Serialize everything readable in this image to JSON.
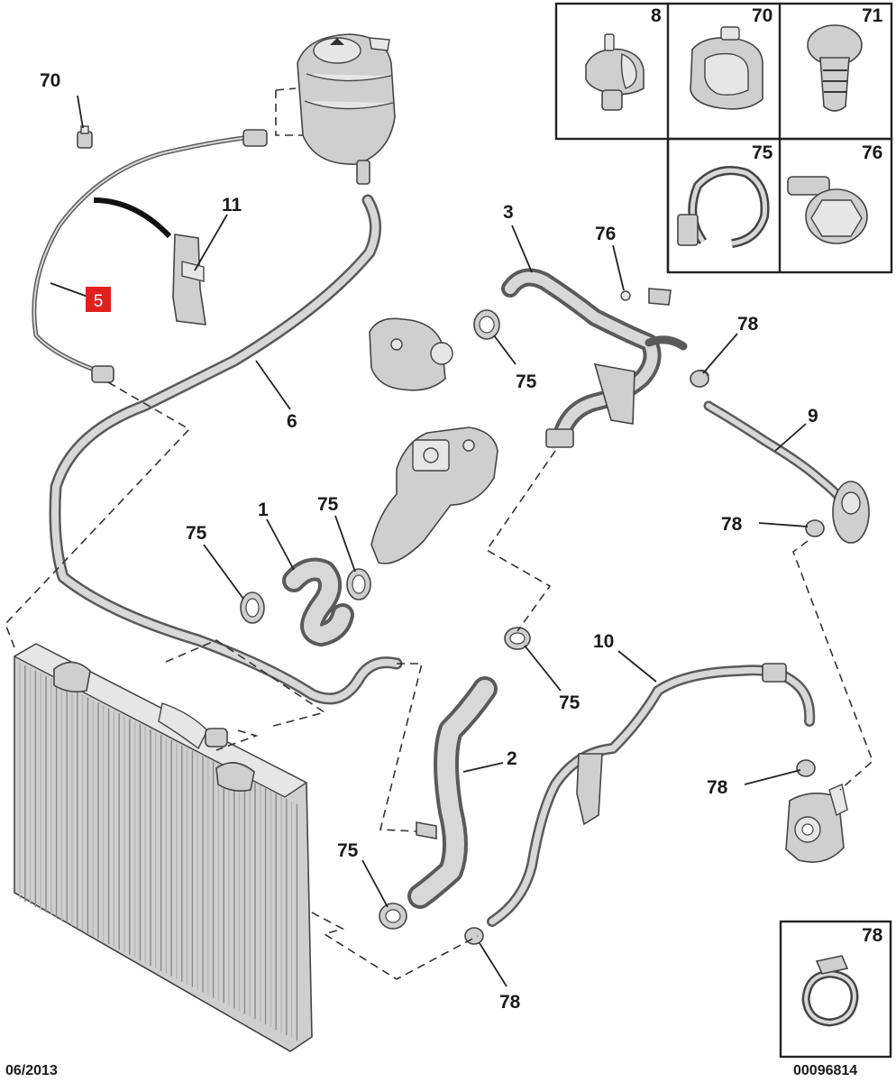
{
  "callouts": {
    "c70": "70",
    "c11": "11",
    "c5": "5",
    "c6": "6",
    "c3": "3",
    "c76": "76",
    "c75_a": "75",
    "c78_a": "78",
    "c9": "9",
    "c78_b": "78",
    "c1": "1",
    "c75_b": "75",
    "c75_c": "75",
    "c10": "10",
    "c75_d": "75",
    "c2": "2",
    "c78_c": "78",
    "c75_e": "75",
    "c78_d": "78"
  },
  "inset_boxes": {
    "b8": "8",
    "b70": "70",
    "b71": "71",
    "b75": "75",
    "b76": "76",
    "b78": "78"
  },
  "footer": {
    "date": "06/2013",
    "ref": "00096814"
  },
  "colors": {
    "highlight": "#e0201b",
    "line": "#222222",
    "part_fill": "#cfcfcf"
  }
}
